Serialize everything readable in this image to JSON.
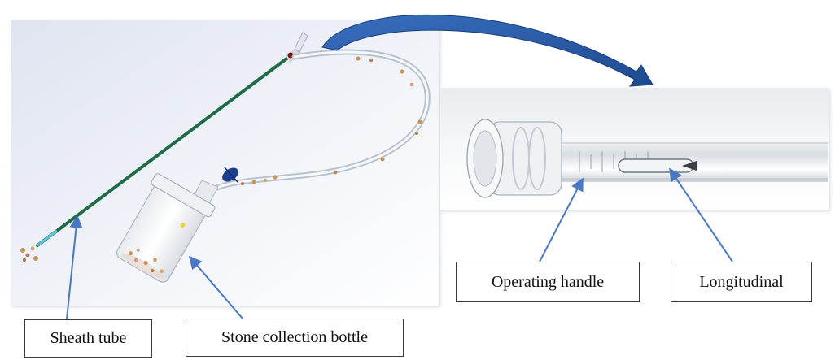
{
  "labels": {
    "sheath_tube": "Sheath tube",
    "stone_collection_bottle": "Stone collection bottle",
    "operating_handle": "Operating handle",
    "longitudinal": "Longitudinal"
  },
  "colors": {
    "arrow_fill": "#2f5fa8",
    "pointer": "#4a78c2",
    "sheath": "#1f6b46",
    "stone": "#c9935a",
    "balloon": "#1d3f8f"
  }
}
